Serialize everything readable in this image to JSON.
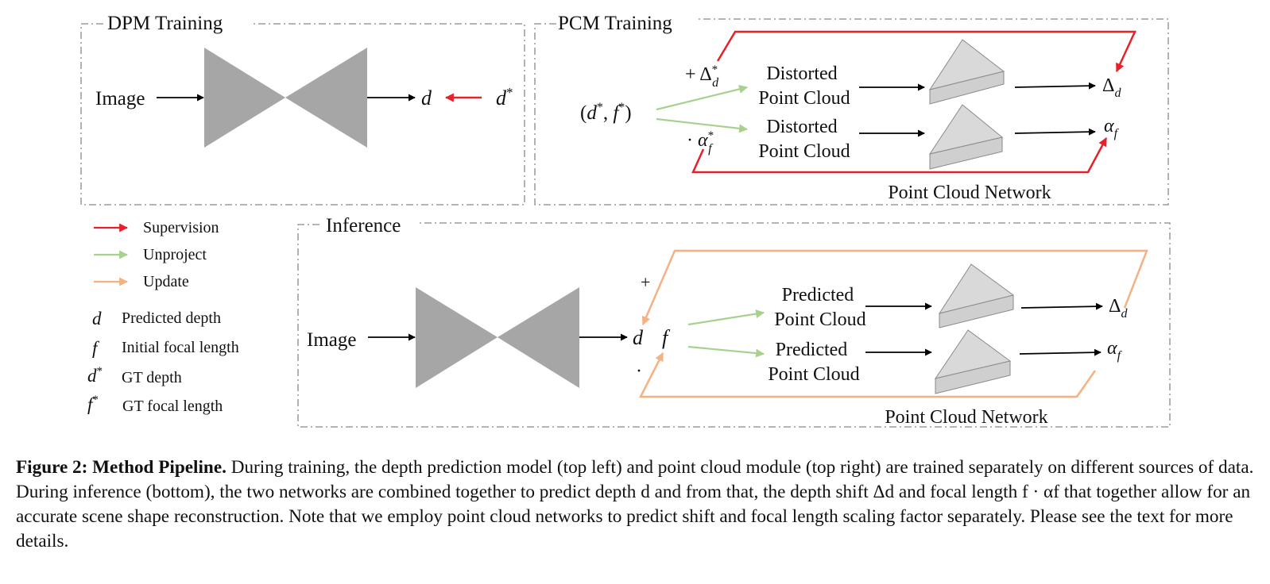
{
  "panels": {
    "dpm": {
      "title": "DPM Training",
      "input": "Image",
      "output": "d",
      "gt": "d*"
    },
    "pcm": {
      "title": "PCM Training",
      "input": "(d*, f*)",
      "shift_gt": "+ Δ*d",
      "scale_gt": "· α*f",
      "cloud_top": [
        "Distorted",
        "Point Cloud"
      ],
      "cloud_bottom": [
        "Distorted",
        "Point Cloud"
      ],
      "out_shift": "Δd",
      "out_scale": "αf",
      "network": "Point Cloud Network"
    },
    "inference": {
      "title": "Inference",
      "input": "Image",
      "d": "d",
      "f": "f",
      "plus": "+",
      "dot": "·",
      "cloud_top": [
        "Predicted",
        "Point Cloud"
      ],
      "cloud_bottom": [
        "Predicted",
        "Point Cloud"
      ],
      "out_shift": "Δd",
      "out_scale": "αf",
      "network": "Point Cloud Network"
    }
  },
  "legend": {
    "arrows": [
      {
        "label": "Supervision",
        "color": "#e8202a"
      },
      {
        "label": "Unproject",
        "color": "#a9d18e"
      },
      {
        "label": "Update",
        "color": "#f4b183"
      }
    ],
    "symbols": [
      {
        "symbol": "d",
        "label": "Predicted depth"
      },
      {
        "symbol": "f",
        "label": "Initial focal length"
      },
      {
        "symbol": "d*",
        "label": "GT depth"
      },
      {
        "symbol": "f*",
        "label": "GT focal length"
      }
    ]
  },
  "caption": {
    "bold": "Figure 2: Method Pipeline.",
    "text": "During training, the depth prediction model (top left) and point cloud module (top right) are trained separately on different sources of data. During inference (bottom), the two networks are combined together to predict depth d and from that, the depth shift Δd and focal length f · αf that together allow for an accurate scene shape reconstruction. Note that we employ point cloud networks to predict shift and focal length scaling factor separately. Please see the text for more details."
  },
  "colors": {
    "supervision": "#e8202a",
    "unproject": "#a9d18e",
    "update": "#f4b183",
    "network_fill": "#a6a6a6",
    "cloud_fill": "#d9d9d9",
    "frame": "#888888"
  }
}
